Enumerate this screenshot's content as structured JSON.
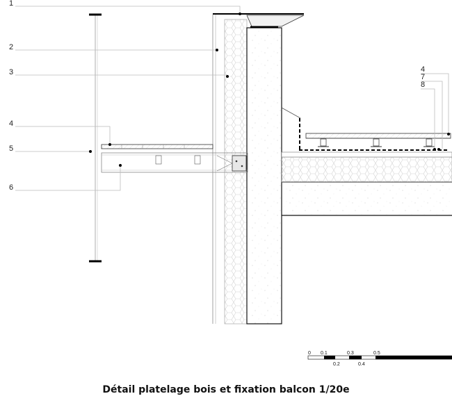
{
  "drawing": {
    "title": "Détail platelage bois et fixation balcon 1/20e",
    "callouts_left": [
      "1",
      "2",
      "3",
      "4",
      "5",
      "6"
    ],
    "callouts_right": [
      "4",
      "7",
      "8"
    ],
    "scale_bar": {
      "top_labels": [
        "0",
        "0.1",
        "0.3",
        "0.5"
      ],
      "bottom_labels": [
        "0.2",
        "0.4"
      ]
    }
  }
}
